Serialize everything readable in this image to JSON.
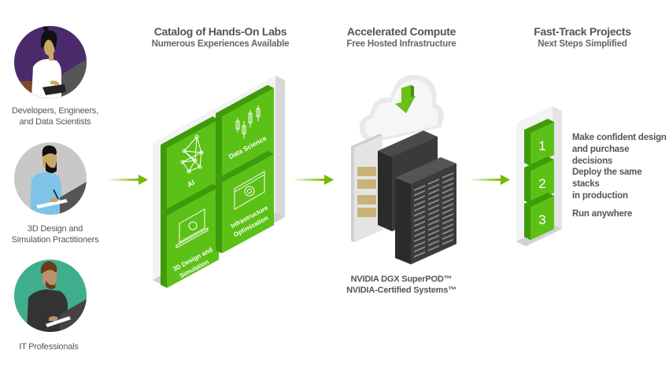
{
  "colors": {
    "nvidia_green": "#76b900",
    "tile_green": "#5cc116",
    "tile_green_dark": "#3f9a0c",
    "text_gray": "#555555",
    "persona_developers_bg": "#4b2a6b",
    "persona_3d_bg": "#c8c8c8",
    "persona_it_bg": "#3fae8c"
  },
  "personas": [
    {
      "id": "developers",
      "label_line1": "Developers, Engineers,",
      "label_line2": "and Data Scientists",
      "icon": "developer-avatar-icon"
    },
    {
      "id": "3d-design",
      "label_line1": "3D Design and",
      "label_line2": "Simulation Practitioners",
      "icon": "designer-avatar-icon"
    },
    {
      "id": "it",
      "label_line1": "IT Professionals",
      "label_line2": "",
      "icon": "it-professional-avatar-icon"
    }
  ],
  "columns": {
    "labs": {
      "title": "Catalog of Hands-On Labs",
      "subtitle": "Numerous Experiences Available",
      "tiles": [
        {
          "label": "AI",
          "icon": "neural-network-icon"
        },
        {
          "label": "Data Science",
          "icon": "candlestick-chart-icon"
        },
        {
          "label_line1": "3D Design and",
          "label_line2": "Simulation",
          "icon": "design-palette-laptop-icon"
        },
        {
          "label_line1": "Infrastructure",
          "label_line2": "Optimization",
          "icon": "gear-window-icon"
        }
      ]
    },
    "compute": {
      "title": "Accelerated Compute",
      "subtitle": "Free Hosted Infrastructure",
      "caption_line1": "NVIDIA DGX SuperPOD™",
      "caption_line2": "NVIDIA-Certified Systems™"
    },
    "projects": {
      "title": "Fast-Track Projects",
      "subtitle": "Next Steps Simplified",
      "steps": [
        {
          "number": "1",
          "line1": "Make confident design",
          "line2": "and purchase decisions"
        },
        {
          "number": "2",
          "line1": "Deploy the same stacks",
          "line2": "in production"
        },
        {
          "number": "3",
          "line1": "Run anywhere",
          "line2": ""
        }
      ]
    }
  }
}
